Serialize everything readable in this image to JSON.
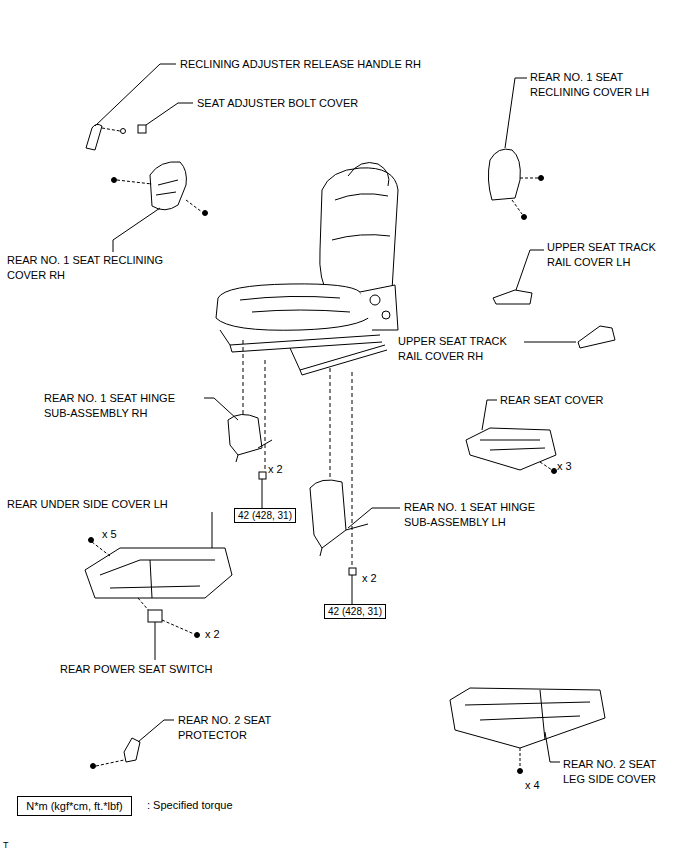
{
  "diagram": {
    "nodes": [
      {
        "text": [
          "42 (428, 31)"
        ]
      },
      {
        "text": [
          "42 (428, 31)"
        ]
      },
      {
        "text": [
          "N*m (kgf*cm, ft.*lbf)"
        ]
      }
    ],
    "labels": [
      "RECLINING ADJUSTER RELEASE HANDLE RH",
      "SEAT ADJUSTER BOLT COVER",
      "REAR NO. 1 SEAT RECLINING COVER LH",
      "REAR NO. 1 SEAT RECLINING COVER RH",
      "UPPER SEAT TRACK RAIL COVER LH",
      "UPPER SEAT TRACK RAIL COVER RH",
      "REAR NO. 1 SEAT HINGE SUB-ASSEMBLY RH",
      "REAR SEAT COVER",
      "x 2",
      "x 3",
      "REAR UNDER SIDE COVER LH",
      "REAR NO. 1 SEAT HINGE SUB-ASSEMBLY LH",
      "x 5",
      "x 2",
      "x 2",
      "REAR POWER SEAT SWITCH",
      "REAR NO. 2 SEAT PROTECTOR",
      "REAR NO. 2 SEAT LEG SIDE COVER",
      "x 4",
      ": Specified torque",
      "T"
    ]
  }
}
